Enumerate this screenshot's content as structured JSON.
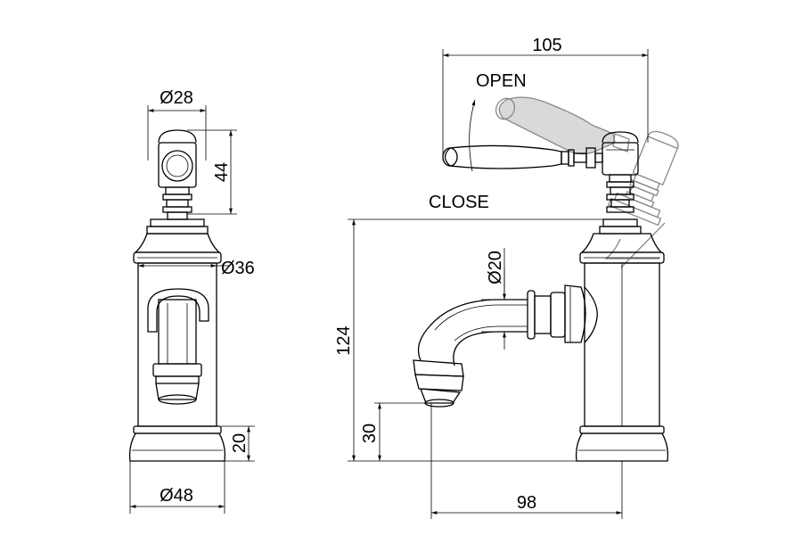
{
  "side_view": {
    "handle_diameter": "Ø28",
    "handle_height": "44",
    "body_diameter": "Ø36",
    "base_height": "20",
    "base_diameter": "Ø48"
  },
  "front_view": {
    "top_width": "105",
    "open_label": "OPEN",
    "close_label": "CLOSE",
    "total_height": "124",
    "spout_diameter": "Ø20",
    "outlet_height": "30",
    "reach": "98"
  }
}
